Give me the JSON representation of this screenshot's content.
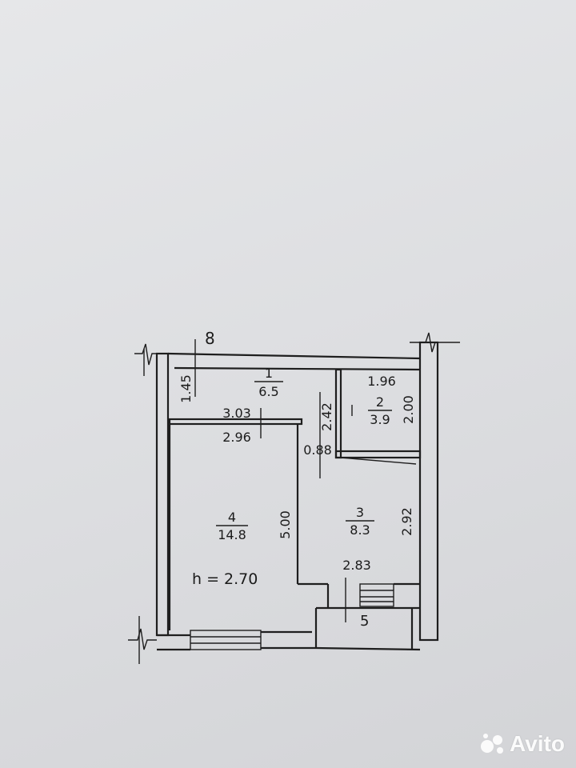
{
  "plan": {
    "corner_mark": "8",
    "rooms": [
      {
        "number": "1",
        "area": "6.5"
      },
      {
        "number": "2",
        "area": "3.9"
      },
      {
        "number": "3",
        "area": "8.3"
      },
      {
        "number": "4",
        "area": "14.8"
      }
    ],
    "balcony_number": "5",
    "ceiling_height": "h = 2.70",
    "dimensions": {
      "hall_height": "1.45",
      "hall_width": "3.03",
      "room4_width": "2.96",
      "room4_length": "5.00",
      "corridor_depth": "2.42",
      "corridor_width": "0.88",
      "bath_width": "1.96",
      "bath_length": "2.00",
      "kitchen_length": "2.92",
      "kitchen_width": "2.83"
    }
  },
  "watermark": {
    "text": "Avito"
  }
}
